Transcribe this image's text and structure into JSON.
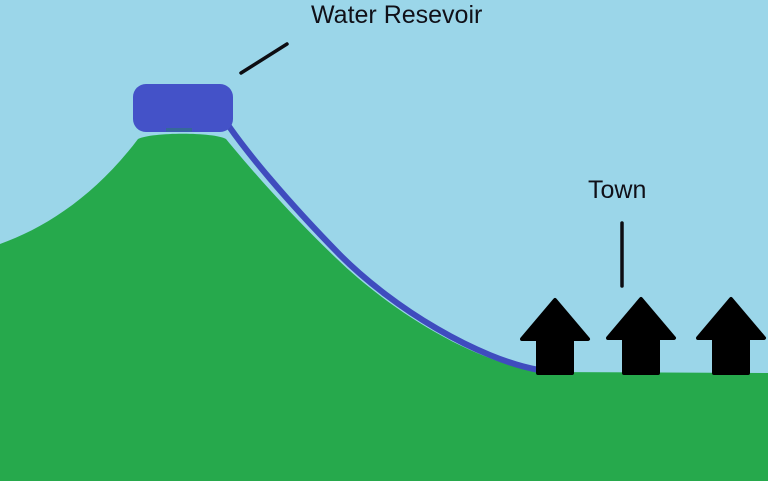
{
  "diagram": {
    "title_note": "Hand-drawn diagram of a water reservoir on a hill feeding a town via a pipe",
    "labels": {
      "reservoir": "Water Resevoir",
      "town": "Town"
    },
    "colors": {
      "sky": "#9bd6e9",
      "land": "#26a94c",
      "reservoir_fill": "#4452c8",
      "reservoir_notch": "#35689a",
      "pipe": "#3f4cbe",
      "house": "#000000",
      "pointer_line": "#0d0d12"
    },
    "houses_count": "3"
  }
}
